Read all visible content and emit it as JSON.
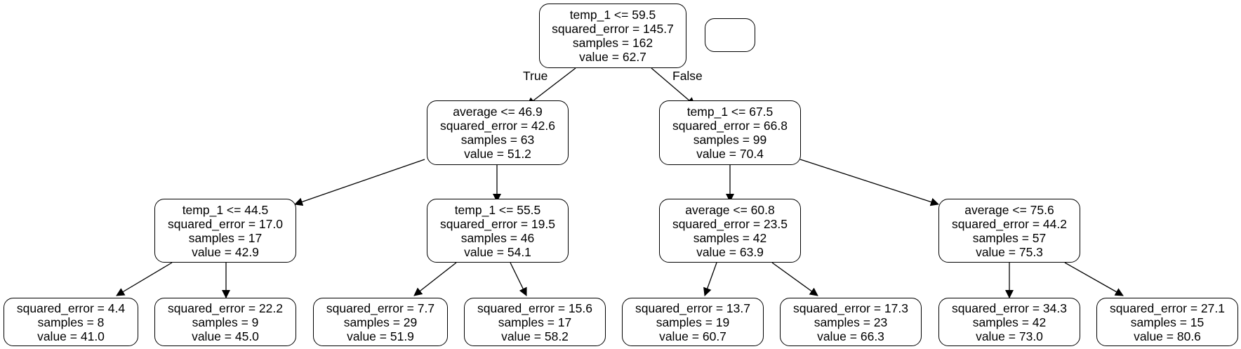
{
  "tree": {
    "root": {
      "split": "temp_1 <= 59.5",
      "squared_error": "squared_error = 145.7",
      "samples": "samples = 162",
      "value": "value = 62.7"
    },
    "true_label": "True",
    "false_label": "False",
    "l1_left": {
      "split": "average <= 46.9",
      "squared_error": "squared_error = 42.6",
      "samples": "samples = 63",
      "value": "value = 51.2"
    },
    "l1_right": {
      "split": "temp_1 <= 67.5",
      "squared_error": "squared_error = 66.8",
      "samples": "samples = 99",
      "value": "value = 70.4"
    },
    "l2_a": {
      "split": "temp_1 <= 44.5",
      "squared_error": "squared_error = 17.0",
      "samples": "samples = 17",
      "value": "value = 42.9"
    },
    "l2_b": {
      "split": "temp_1 <= 55.5",
      "squared_error": "squared_error = 19.5",
      "samples": "samples = 46",
      "value": "value = 54.1"
    },
    "l2_c": {
      "split": "average <= 60.8",
      "squared_error": "squared_error = 23.5",
      "samples": "samples = 42",
      "value": "value = 63.9"
    },
    "l2_d": {
      "split": "average <= 75.6",
      "squared_error": "squared_error = 44.2",
      "samples": "samples = 57",
      "value": "value = 75.3"
    },
    "leaf_1": {
      "squared_error": "squared_error = 4.4",
      "samples": "samples = 8",
      "value": "value = 41.0"
    },
    "leaf_2": {
      "squared_error": "squared_error = 22.2",
      "samples": "samples = 9",
      "value": "value = 45.0"
    },
    "leaf_3": {
      "squared_error": "squared_error = 7.7",
      "samples": "samples = 29",
      "value": "value = 51.9"
    },
    "leaf_4": {
      "squared_error": "squared_error = 15.6",
      "samples": "samples = 17",
      "value": "value = 58.2"
    },
    "leaf_5": {
      "squared_error": "squared_error = 13.7",
      "samples": "samples = 19",
      "value": "value = 60.7"
    },
    "leaf_6": {
      "squared_error": "squared_error = 17.3",
      "samples": "samples = 23",
      "value": "value = 66.3"
    },
    "leaf_7": {
      "squared_error": "squared_error = 34.3",
      "samples": "samples = 42",
      "value": "value = 73.0"
    },
    "leaf_8": {
      "squared_error": "squared_error = 27.1",
      "samples": "samples = 15",
      "value": "value = 80.6"
    }
  }
}
